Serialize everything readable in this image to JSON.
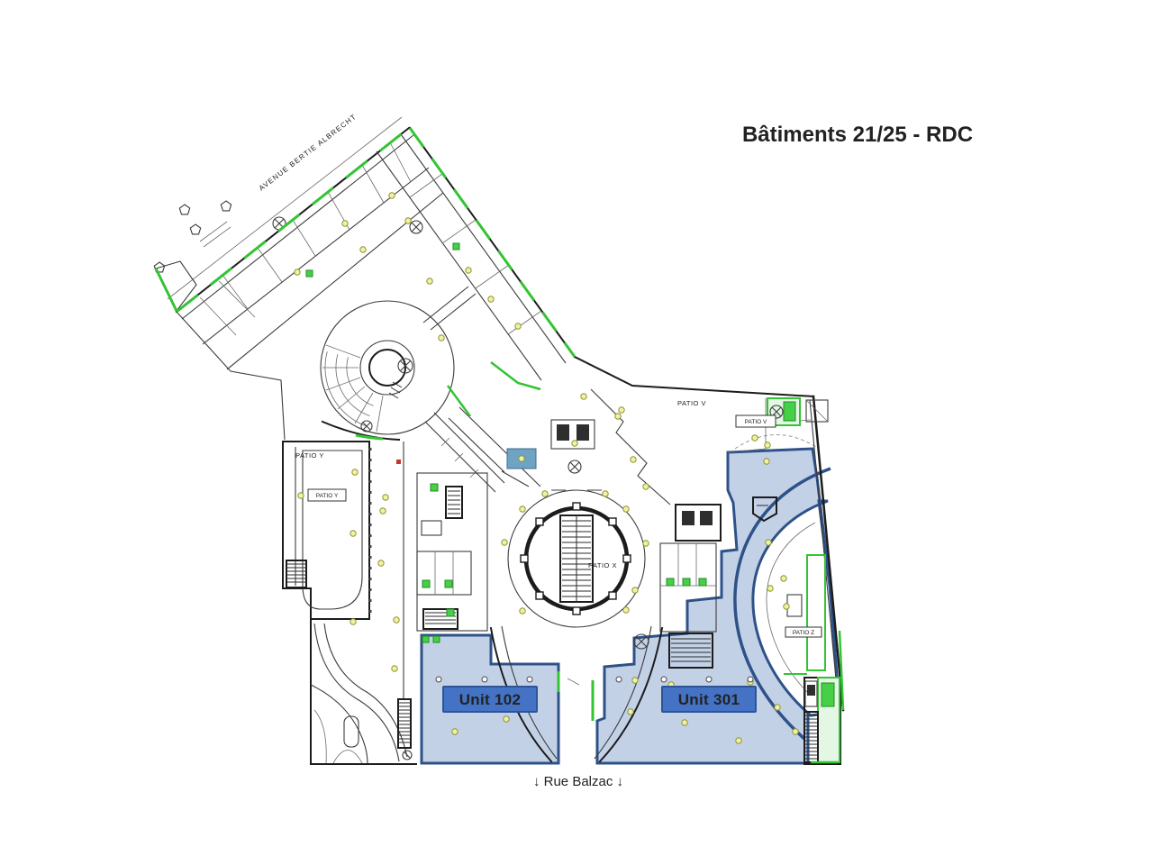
{
  "title": "Bâtiments 21/25 - RDC",
  "streets": {
    "avenue": "AVENUE BERTIE ALBRECHT",
    "rue_balzac": "↓ Rue Balzac ↓"
  },
  "patios": {
    "v_text": "PATIO V",
    "v_box": "PATIO V",
    "x_text": "PATIO X",
    "y_text": "PATIO Y",
    "y_box": "PATIO Y",
    "z_box": "PATIO Z"
  },
  "units": [
    {
      "label": "Unit 102"
    },
    {
      "label": "Unit 301"
    }
  ],
  "colors": {
    "title_color": "#1c1c1c",
    "highlight_fill": "#c3d1e7",
    "highlight_border": "#2e5288",
    "unit_label_fill": "#4472c4",
    "unit_label_border": "#2f5496",
    "unit_label_text": "#a9c7ee",
    "wall_green": "#33c433",
    "pale_green": "#e4f6e4",
    "bright_green": "#47cf47",
    "accent_teal": "#6fa3c4",
    "dot_fill": "#eef2a2",
    "dot_stroke": "#8f9434",
    "red_marker": "#c0392b"
  }
}
